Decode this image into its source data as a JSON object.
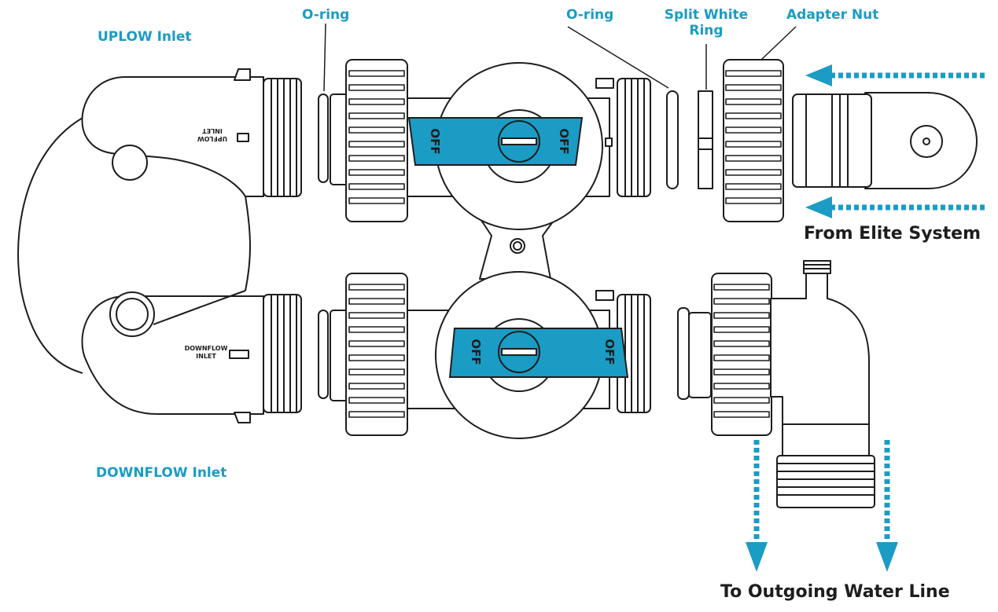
{
  "labels": {
    "oring_left": "O-ring",
    "oring_right": "O-ring",
    "split_ring_line1": "Split White",
    "split_ring_line2": "Ring",
    "adapter_nut": "Adapter Nut",
    "uplow_inlet": "UPLOW Inlet",
    "downflow_inlet": "DOWNFLOW Inlet",
    "from_elite": "From Elite System",
    "to_outgoing": "To Outgoing Water Line"
  },
  "parts": {
    "handle_text": "OFF",
    "upflow_l1": "UPFLOW",
    "upflow_l2": "INLET",
    "downflow_l1": "DOWNFLOW",
    "downflow_l2": "INLET"
  },
  "colors": {
    "accent": "#1a9cc4",
    "outline": "#1d1d1d",
    "fill": "#ffffff"
  }
}
